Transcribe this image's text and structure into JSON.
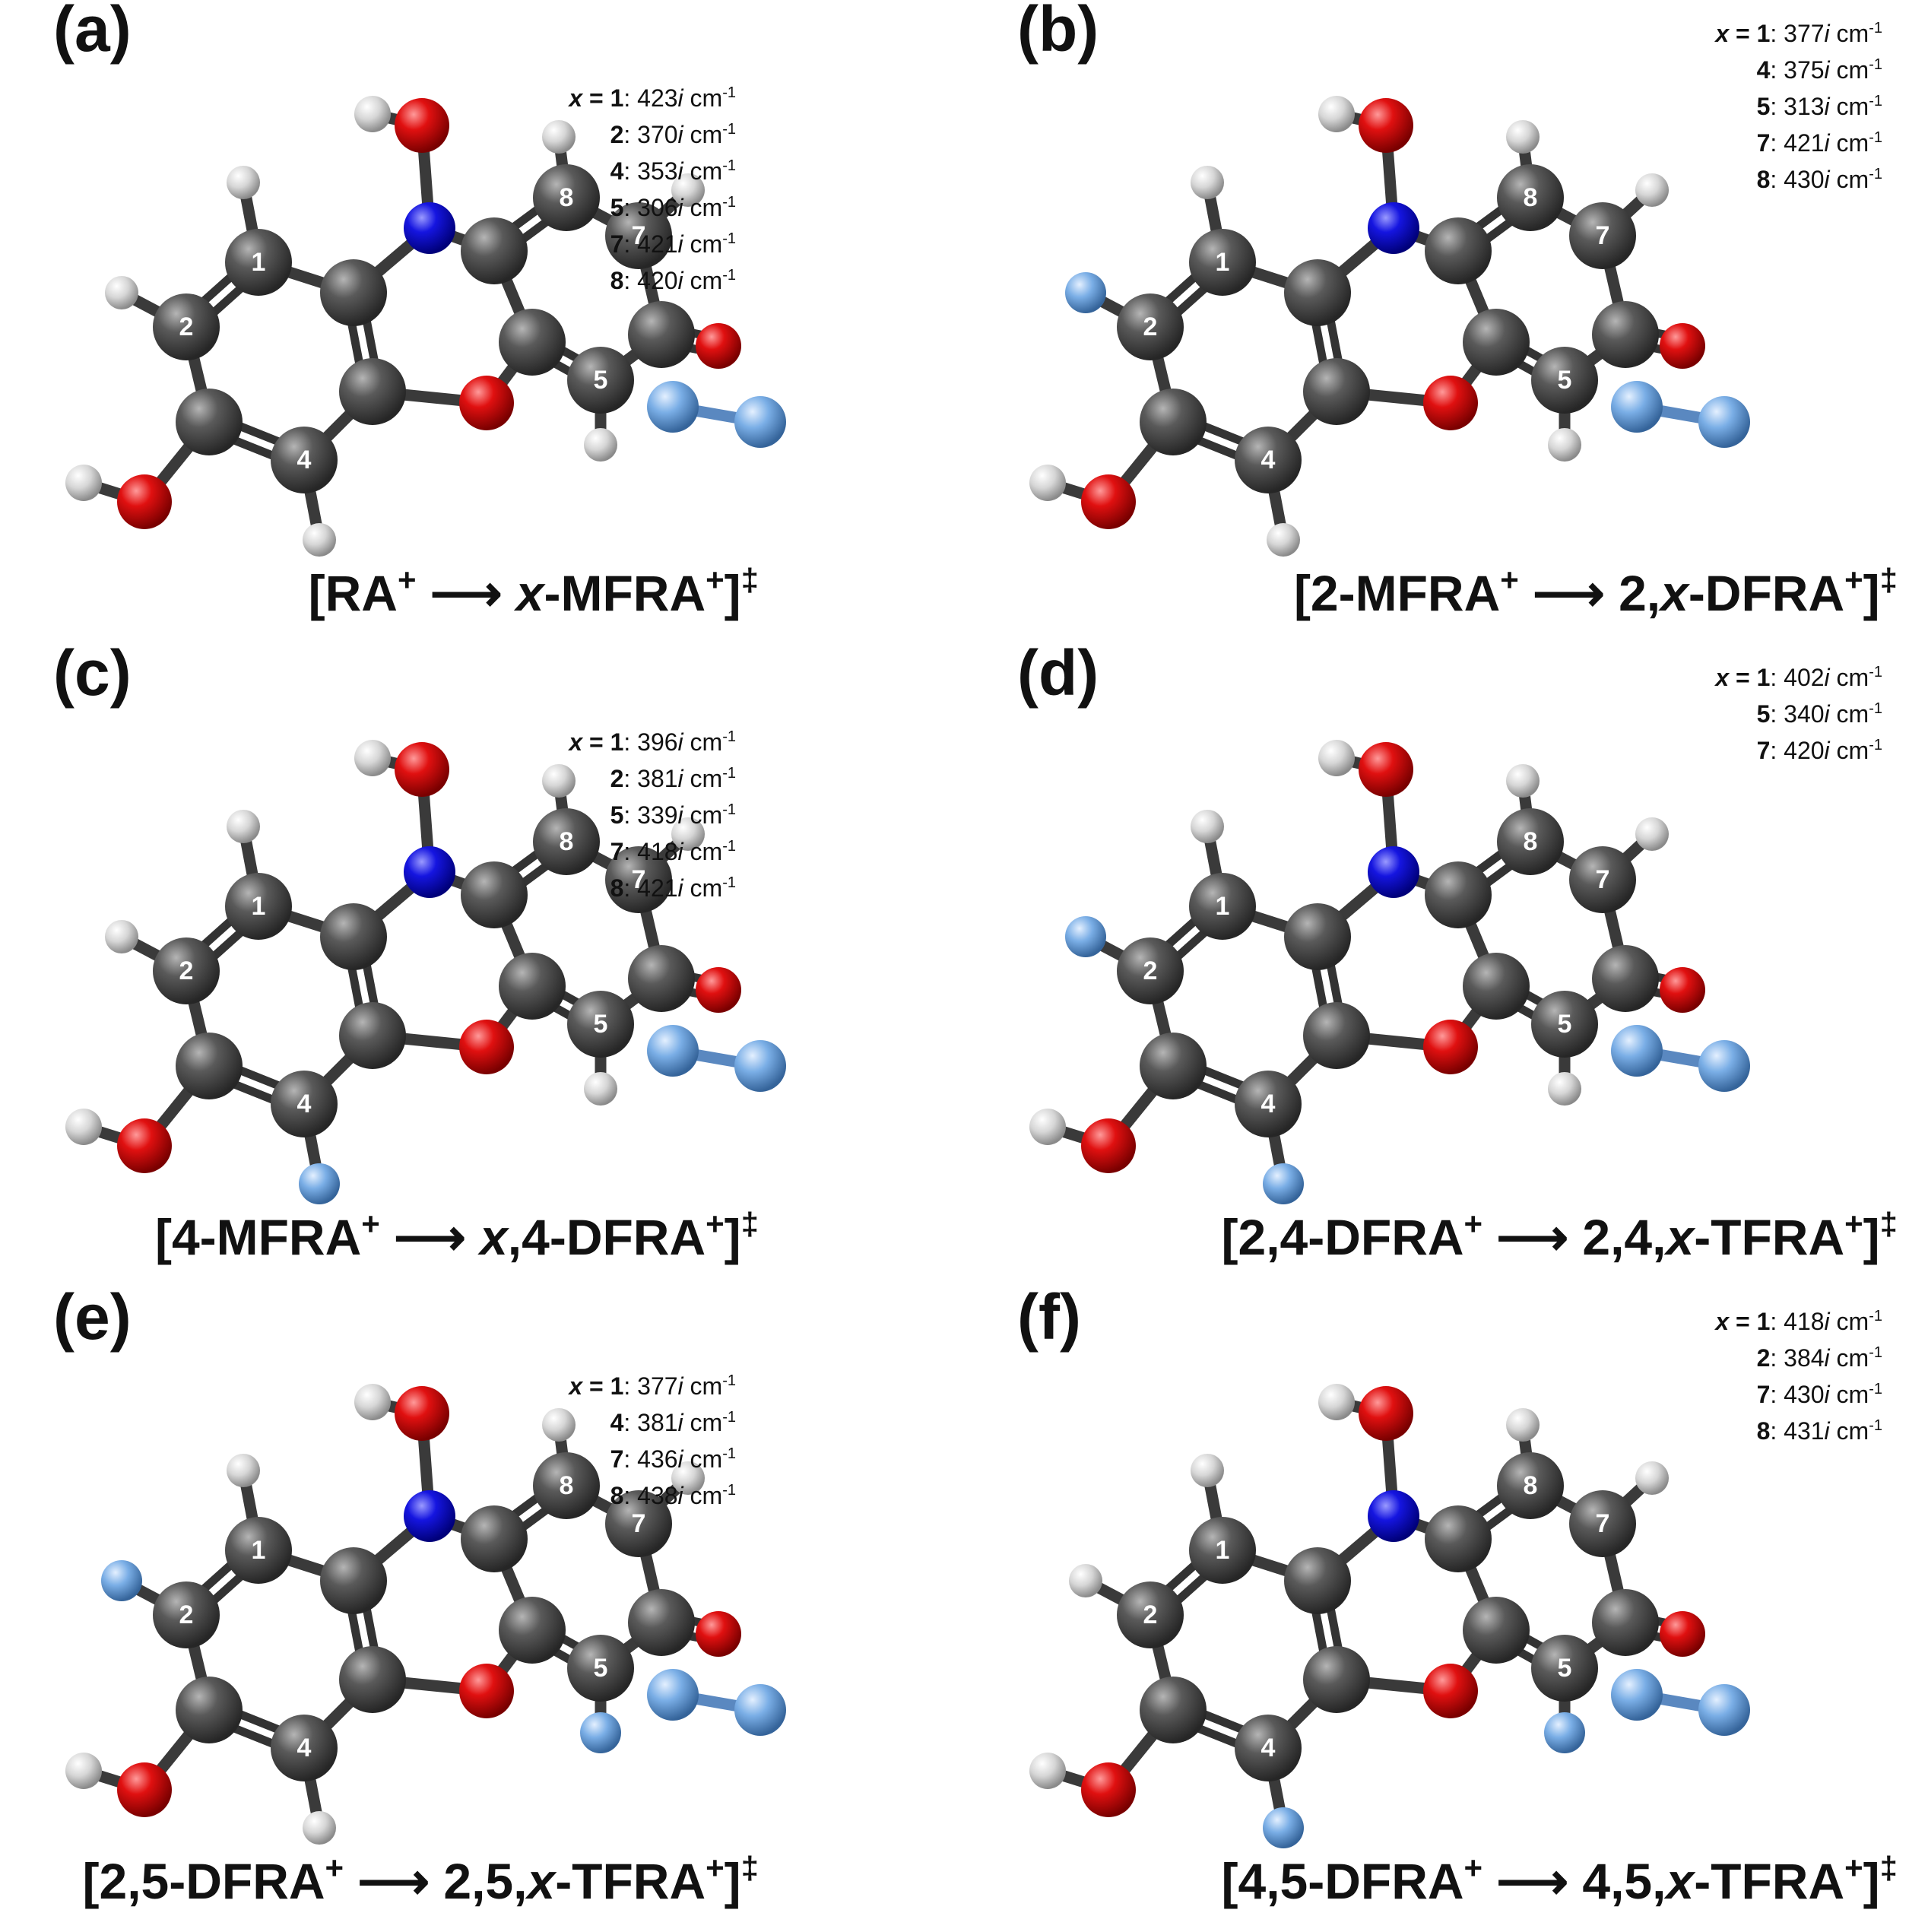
{
  "panels": [
    {
      "label": "(a)",
      "frequencies": [
        {
          "prefix": "x = ",
          "site": "1",
          "value": "423",
          "unit": "cm",
          "exp": "-1"
        },
        {
          "prefix": "",
          "site": "2",
          "value": "370",
          "unit": "cm",
          "exp": "-1"
        },
        {
          "prefix": "",
          "site": "4",
          "value": "353",
          "unit": "cm",
          "exp": "-1"
        },
        {
          "prefix": "",
          "site": "5",
          "value": "306",
          "unit": "cm",
          "exp": "-1"
        },
        {
          "prefix": "",
          "site": "7",
          "value": "421",
          "unit": "cm",
          "exp": "-1"
        },
        {
          "prefix": "",
          "site": "8",
          "value": "420",
          "unit": "cm",
          "exp": "-1"
        }
      ],
      "caption": {
        "reactant": "RA",
        "arrow": "⟶",
        "product_prefix": "",
        "product_x": "x",
        "product_rest": "-MFRA",
        "charge": "+",
        "ts": "‡"
      }
    },
    {
      "label": "(b)",
      "frequencies": [
        {
          "prefix": "x = ",
          "site": "1",
          "value": "377",
          "unit": "cm",
          "exp": "-1"
        },
        {
          "prefix": "",
          "site": "4",
          "value": "375",
          "unit": "cm",
          "exp": "-1"
        },
        {
          "prefix": "",
          "site": "5",
          "value": "313",
          "unit": "cm",
          "exp": "-1"
        },
        {
          "prefix": "",
          "site": "7",
          "value": "421",
          "unit": "cm",
          "exp": "-1"
        },
        {
          "prefix": "",
          "site": "8",
          "value": "430",
          "unit": "cm",
          "exp": "-1"
        }
      ],
      "caption": {
        "reactant": "2-MFRA",
        "arrow": "⟶",
        "product_prefix": "2,",
        "product_x": "x",
        "product_rest": "-DFRA",
        "charge": "+",
        "ts": "‡"
      }
    },
    {
      "label": "(c)",
      "frequencies": [
        {
          "prefix": "x = ",
          "site": "1",
          "value": "396",
          "unit": "cm",
          "exp": "-1"
        },
        {
          "prefix": "",
          "site": "2",
          "value": "381",
          "unit": "cm",
          "exp": "-1"
        },
        {
          "prefix": "",
          "site": "5",
          "value": "339",
          "unit": "cm",
          "exp": "-1"
        },
        {
          "prefix": "",
          "site": "7",
          "value": "418",
          "unit": "cm",
          "exp": "-1"
        },
        {
          "prefix": "",
          "site": "8",
          "value": "421",
          "unit": "cm",
          "exp": "-1"
        }
      ],
      "caption": {
        "reactant": "4-MFRA",
        "arrow": "⟶",
        "product_prefix": "",
        "product_x": "x",
        "product_rest": ",4-DFRA",
        "charge": "+",
        "ts": "‡"
      }
    },
    {
      "label": "(d)",
      "frequencies": [
        {
          "prefix": "x = ",
          "site": "1",
          "value": "402",
          "unit": "cm",
          "exp": "-1"
        },
        {
          "prefix": "",
          "site": "5",
          "value": "340",
          "unit": "cm",
          "exp": "-1"
        },
        {
          "prefix": "",
          "site": "7",
          "value": "420",
          "unit": "cm",
          "exp": "-1"
        }
      ],
      "caption": {
        "reactant": "2,4-DFRA",
        "arrow": "⟶",
        "product_prefix": "2,4,",
        "product_x": "x",
        "product_rest": "-TFRA",
        "charge": "+",
        "ts": "‡"
      }
    },
    {
      "label": "(e)",
      "frequencies": [
        {
          "prefix": "x = ",
          "site": "1",
          "value": "377",
          "unit": "cm",
          "exp": "-1"
        },
        {
          "prefix": "",
          "site": "4",
          "value": "381",
          "unit": "cm",
          "exp": "-1"
        },
        {
          "prefix": "",
          "site": "7",
          "value": "436",
          "unit": "cm",
          "exp": "-1"
        },
        {
          "prefix": "",
          "site": "8",
          "value": "438",
          "unit": "cm",
          "exp": "-1"
        }
      ],
      "caption": {
        "reactant": "2,5-DFRA",
        "arrow": "⟶",
        "product_prefix": "2,5,",
        "product_x": "x",
        "product_rest": "-TFRA",
        "charge": "+",
        "ts": "‡"
      }
    },
    {
      "label": "(f)",
      "frequencies": [
        {
          "prefix": "x = ",
          "site": "1",
          "value": "418",
          "unit": "cm",
          "exp": "-1"
        },
        {
          "prefix": "",
          "site": "2",
          "value": "384",
          "unit": "cm",
          "exp": "-1"
        },
        {
          "prefix": "",
          "site": "7",
          "value": "430",
          "unit": "cm",
          "exp": "-1"
        },
        {
          "prefix": "",
          "site": "8",
          "value": "431",
          "unit": "cm",
          "exp": "-1"
        }
      ],
      "caption": {
        "reactant": "4,5-DFRA",
        "arrow": "⟶",
        "product_prefix": "4,5,",
        "product_x": "x",
        "product_rest": "-TFRA",
        "charge": "+",
        "ts": "‡"
      }
    }
  ],
  "imaginary_unit": "i",
  "atom_numbers": [
    "1",
    "2",
    "4",
    "5",
    "7",
    "8"
  ],
  "colors": {
    "carbon": "#4a4a4a",
    "oxygen": "#e01010",
    "nitrogen": "#1010d8",
    "hydrogen": "#d8d8d8",
    "fluorine": "#7aaee6",
    "text": "#111111"
  }
}
